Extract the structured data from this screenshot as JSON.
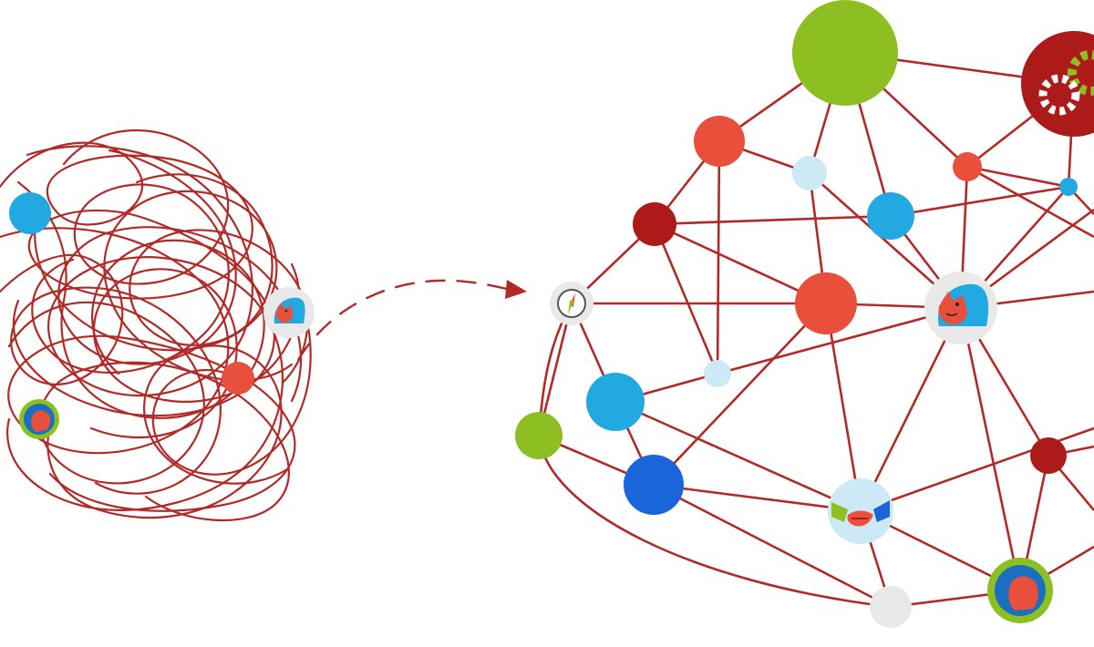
{
  "diagram": {
    "description_free": true,
    "colors": {
      "line": "#b22a28",
      "green": "#8dbf22",
      "red": "#e8503c",
      "dark_red": "#ad1a1a",
      "blue": "#23a9e1",
      "light_blue": "#cde9f5",
      "royal_blue": "#1a66d8",
      "gray": "#e9e9e9"
    },
    "icons": {
      "left_panel": [
        "blue-circle",
        "person-avatar-icon",
        "red-circle",
        "person-badge-icon"
      ],
      "arrow": "dashed-arrow",
      "right_panel": [
        "compass-icon",
        "person-avatar-icon",
        "gears-icon",
        "handshake-icon",
        "person-badge-icon"
      ]
    }
  }
}
